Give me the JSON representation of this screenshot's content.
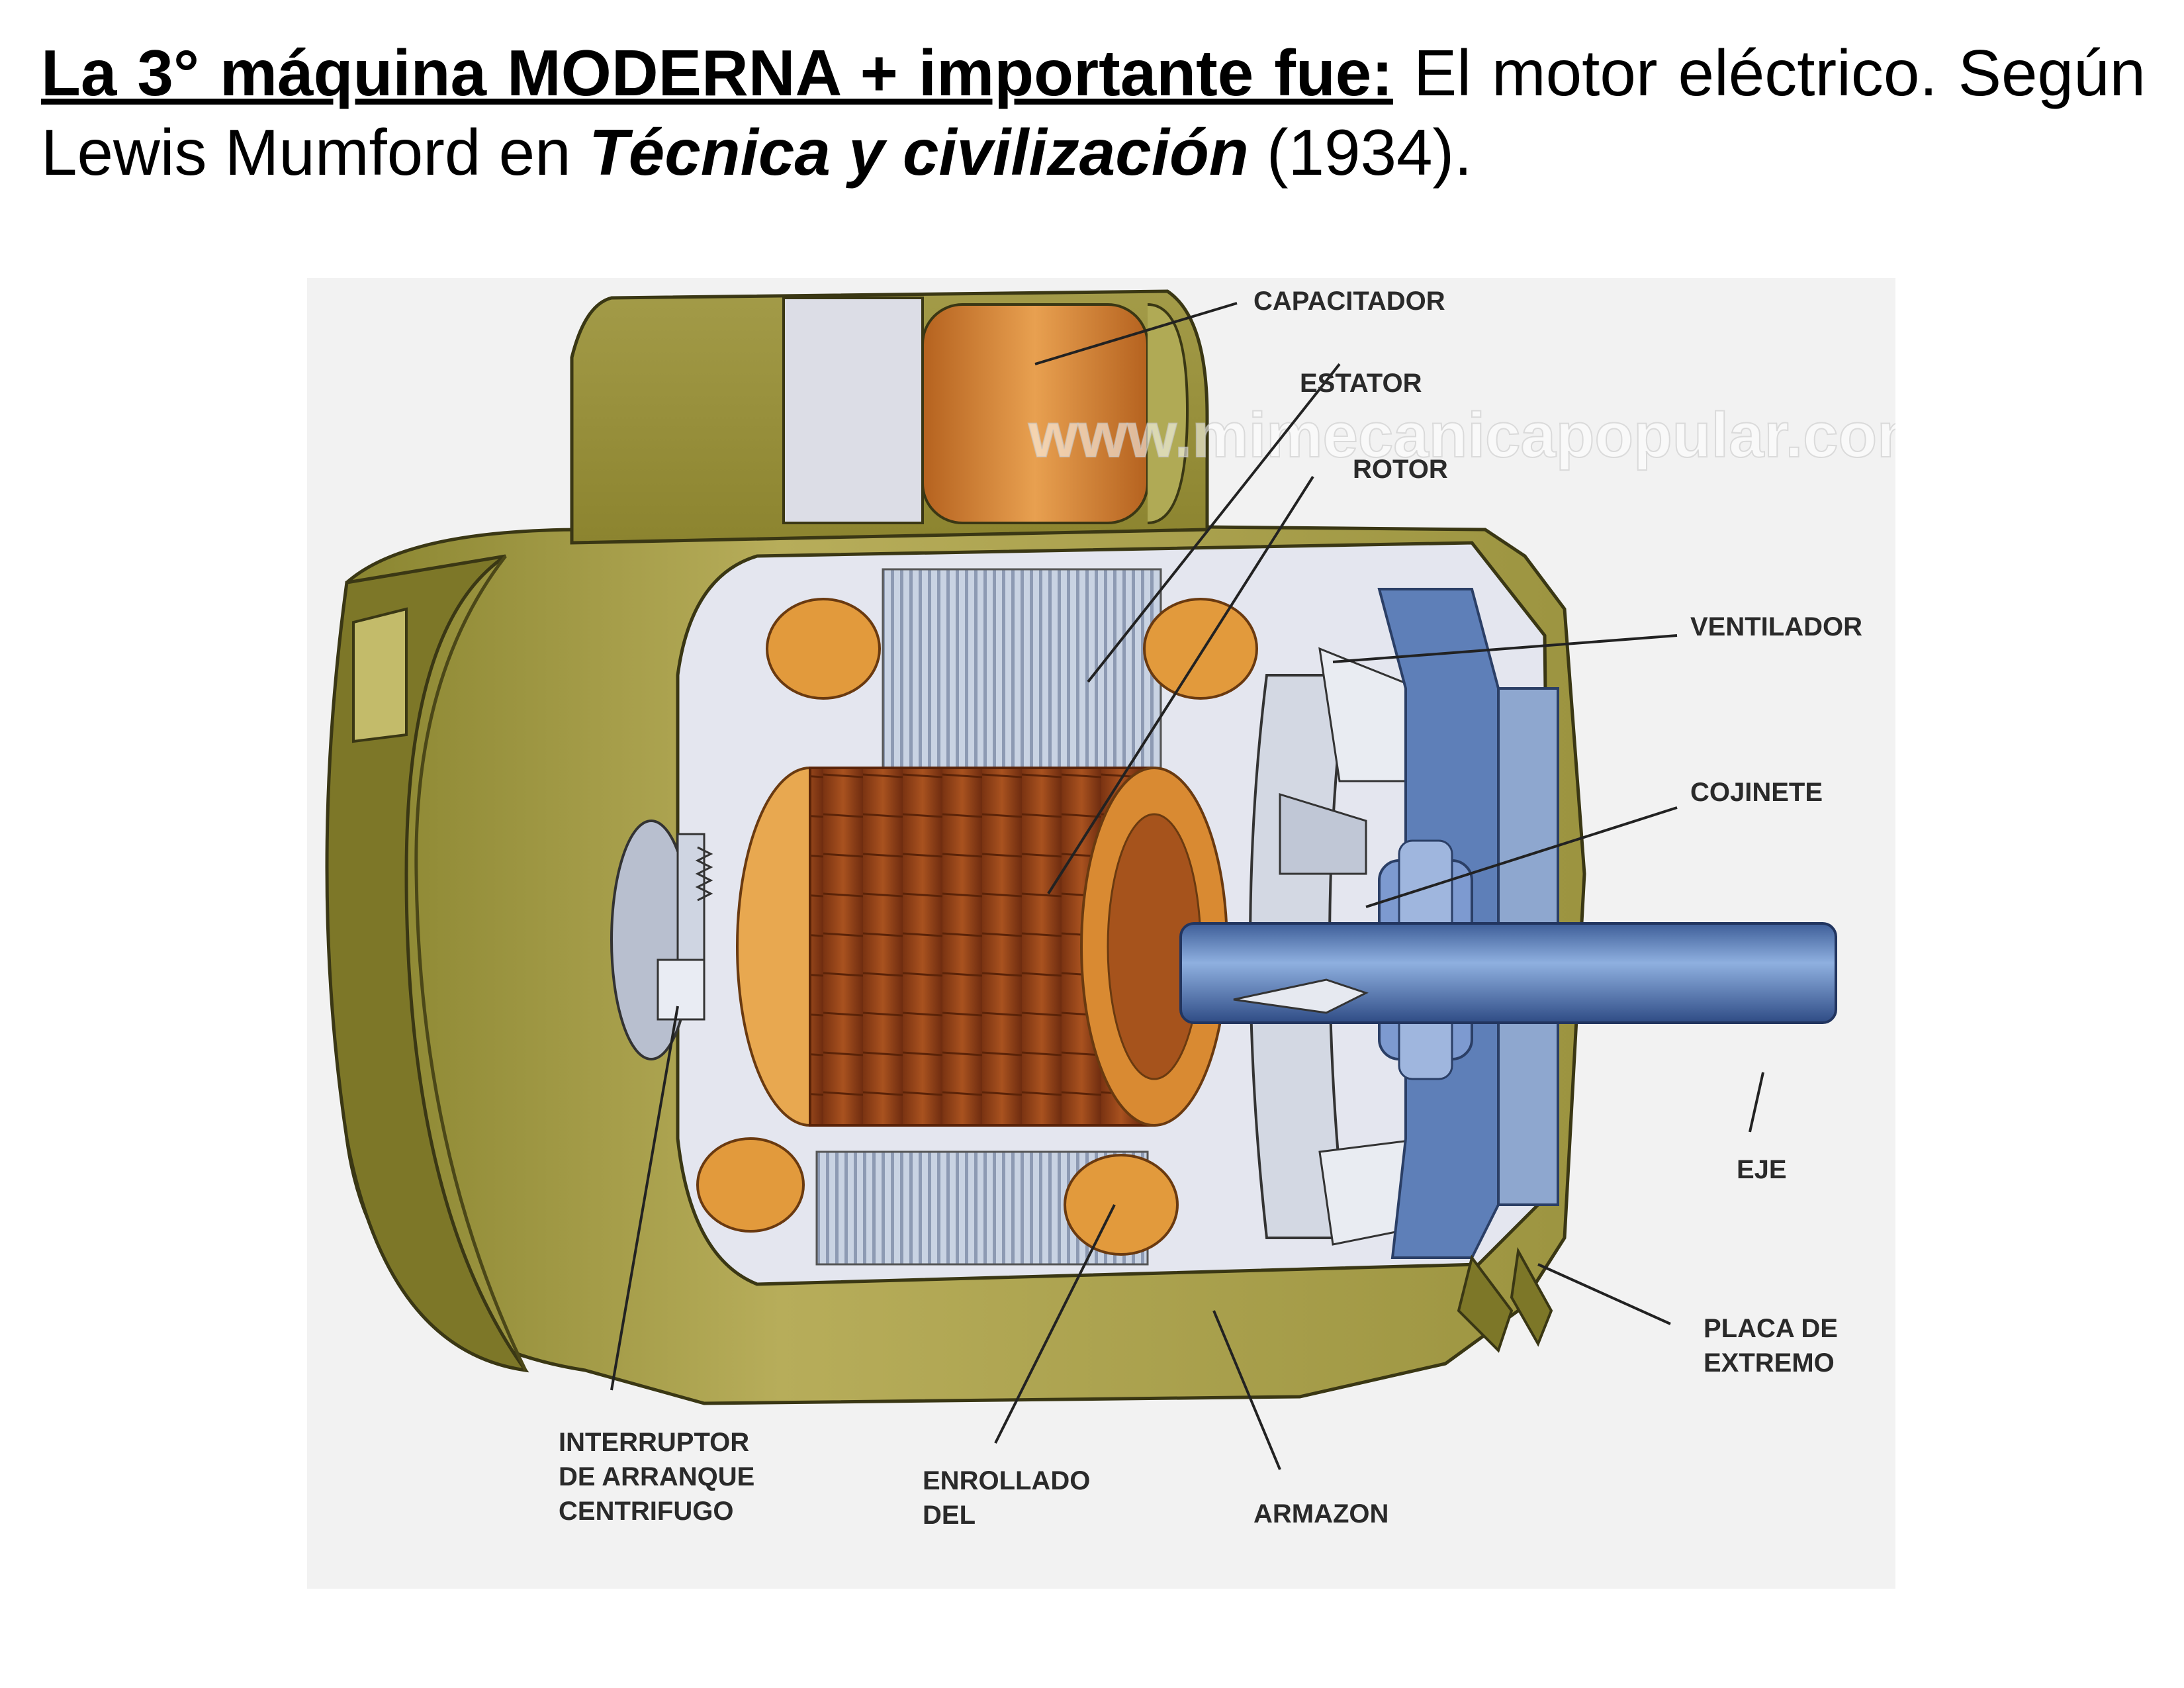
{
  "title": {
    "bold_part": "La 3° máquina MODERNA + importante fue:",
    "text_part_1": " El motor eléctrico. Según Lewis Mumford en ",
    "book_title": "Técnica y civilización",
    "text_part_2": " (1934)."
  },
  "watermark": "www.mimecanicapopular.com",
  "labels": {
    "capacitador": "CAPACITADOR",
    "estator": "ESTATOR",
    "rotor": "ROTOR",
    "ventilador": "VENTILADOR",
    "cojinete": "COJINETE",
    "eje": "EJE",
    "placa_1": "PLACA DE",
    "placa_2": "EXTREMO",
    "interruptor_1": "INTERRUPTOR",
    "interruptor_2": "DE ARRANQUE",
    "interruptor_3": "CENTRIFUGO",
    "enrollado_1": "ENROLLADO",
    "enrollado_2": "DEL",
    "armazon": "ARMAZON"
  }
}
